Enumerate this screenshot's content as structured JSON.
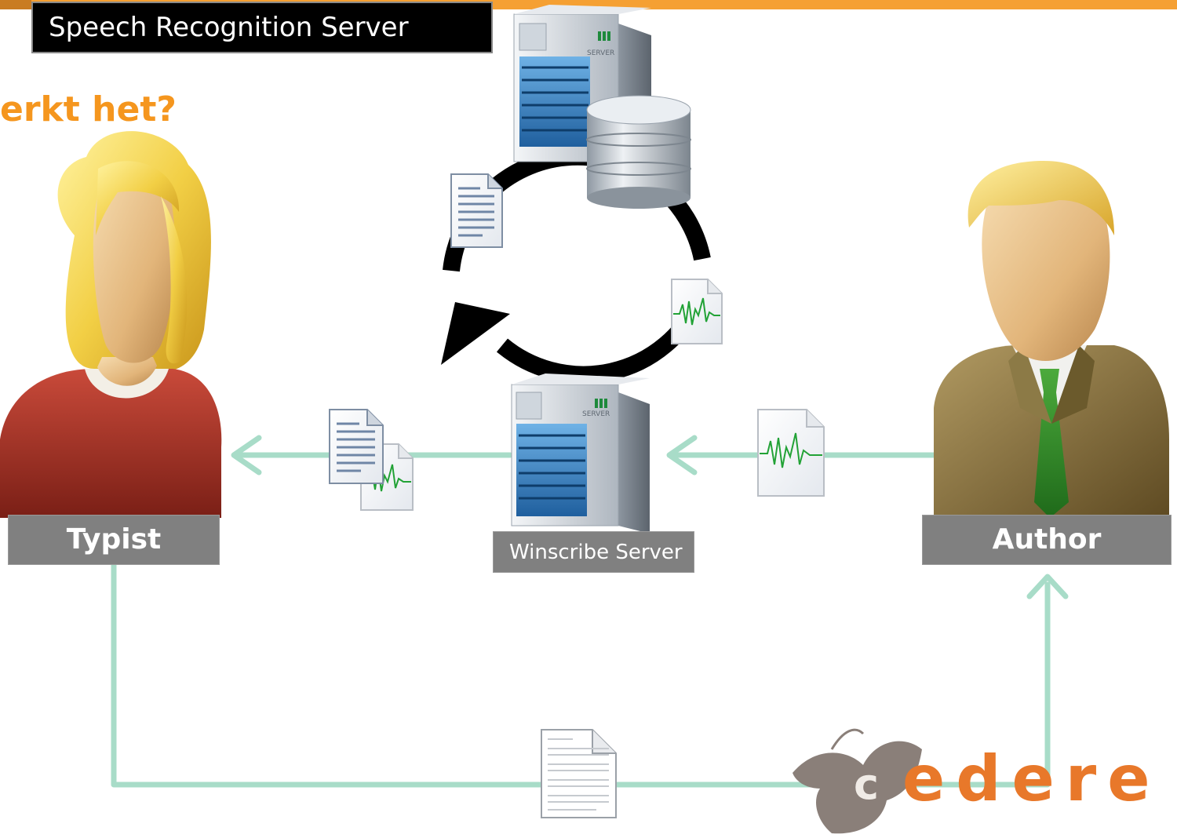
{
  "header": {
    "title": "Speech Recognition Server"
  },
  "heading": "erkt het?",
  "labels": {
    "typist": "Typist",
    "author": "Author",
    "server": "Winscribe Server"
  },
  "server_badge": "SERVER",
  "logo": {
    "text": "edere"
  },
  "colors": {
    "accent_orange": "#f5961e",
    "flow_line": "#a8dcc8",
    "label_gray": "#808080",
    "waveform_green": "#22a236"
  }
}
